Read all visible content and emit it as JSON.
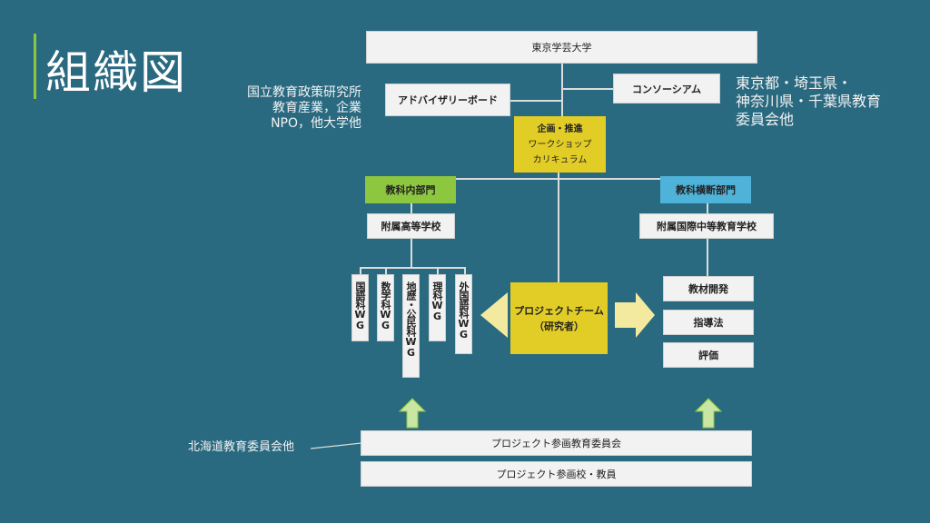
{
  "title": "組織図",
  "top_box": "東京学芸大学",
  "advisory_board": "アドバイザリーボード",
  "consortium": "コンソーシアム",
  "advisory_members": [
    "国立教育政策研究所",
    "教育産業，企業",
    "NPO，他大学他"
  ],
  "consortium_members": [
    "東京都・埼玉県・",
    "神奈川県・千葉県教育",
    "委員会他"
  ],
  "planning": {
    "line1": "企画・推進",
    "line2": "ワークショップ",
    "line3": "カリキュラム"
  },
  "subject_dept": "教科内部門",
  "cross_dept": "教科横断部門",
  "high_school": "附属高等学校",
  "secondary_school": "附属国際中等教育学校",
  "wg_items": [
    "国語科WG",
    "数学科WG",
    "地歴・公民科WG",
    "理科WG",
    "外国語科WG"
  ],
  "project_team": {
    "line1": "プロジェクトチーム",
    "line2": "（研究者）"
  },
  "right_items": [
    "教材開発",
    "指導法",
    "評価"
  ],
  "hokkaido_label": "北海道教育委員会他",
  "board_participating": "プロジェクト参画教育委員会",
  "school_participating": "プロジェクト参画校・教員",
  "colors": {
    "background": "#2a6a80",
    "green": "#8dc63f",
    "blue": "#4fb3d9",
    "yellow": "#e2cd27",
    "pale_yellow": "#f3eaa0",
    "pale_green": "#c9e6a3",
    "box": "#f2f2f2"
  }
}
